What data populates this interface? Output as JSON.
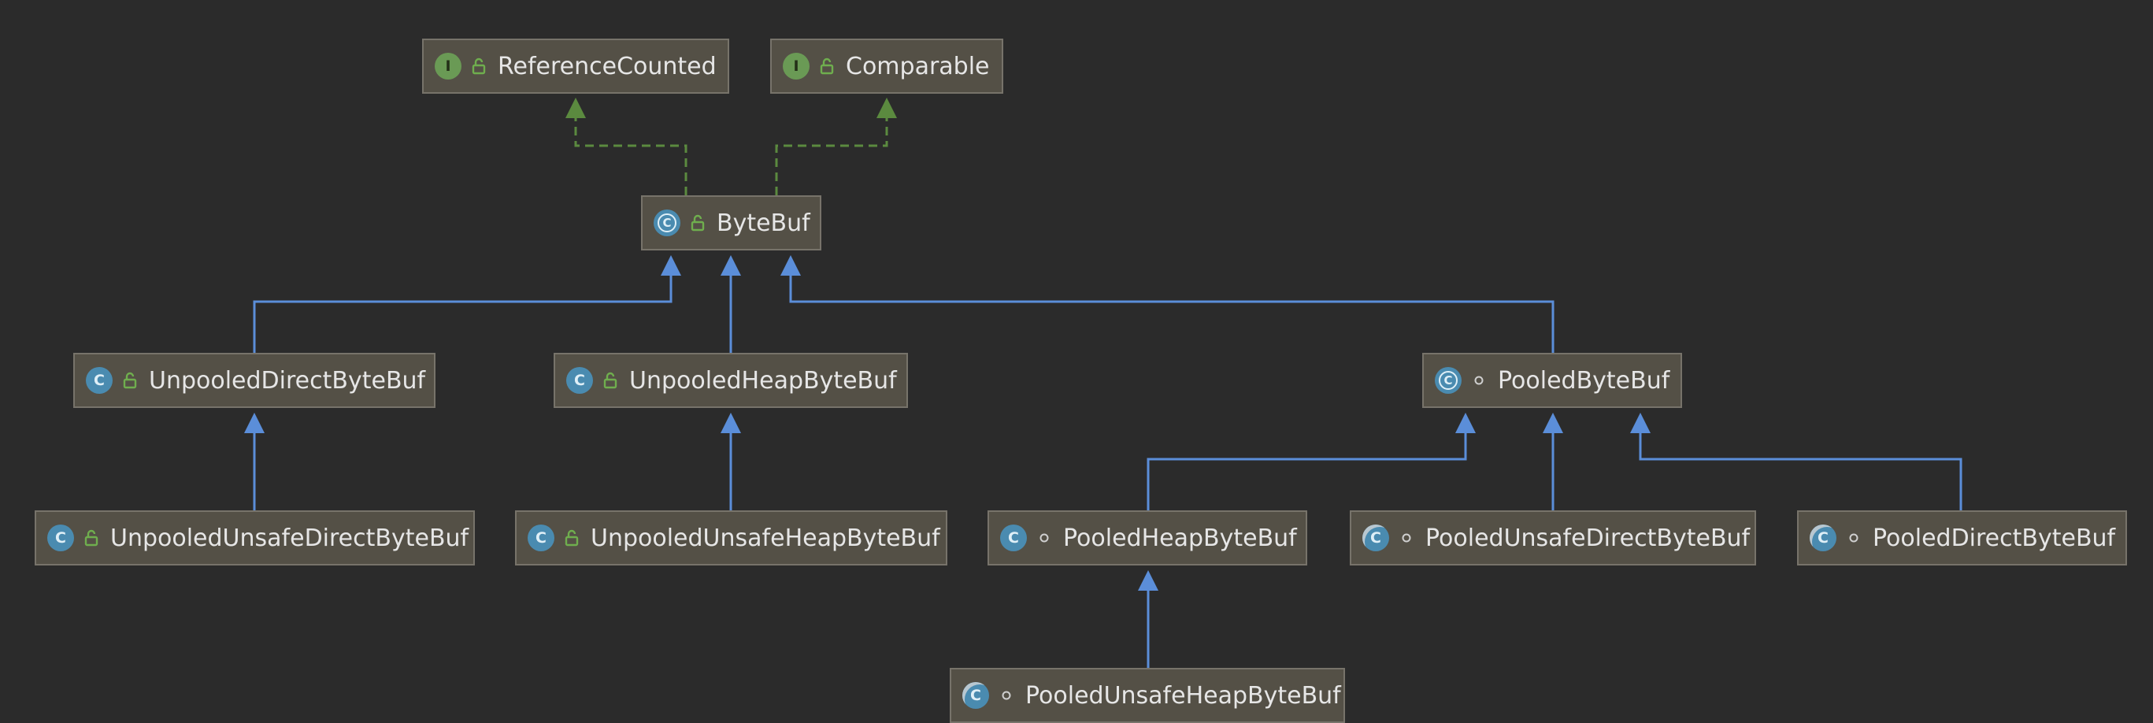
{
  "colors": {
    "background": "#2b2b2b",
    "node_fill": "#545046",
    "node_border": "#77736a",
    "text": "#e6e6e6",
    "extends_edge": "#5b8ed9",
    "implements_edge": "#5b8a3f"
  },
  "nodes": [
    {
      "id": "ReferenceCounted",
      "label": "ReferenceCounted",
      "kind": "interface",
      "kind_letter": "I",
      "visibility": "public"
    },
    {
      "id": "Comparable",
      "label": "Comparable",
      "kind": "interface",
      "kind_letter": "I",
      "visibility": "public"
    },
    {
      "id": "ByteBuf",
      "label": "ByteBuf",
      "kind": "abstract",
      "kind_letter": "C",
      "visibility": "public"
    },
    {
      "id": "UnpooledDirectByteBuf",
      "label": "UnpooledDirectByteBuf",
      "kind": "class",
      "kind_letter": "C",
      "visibility": "public"
    },
    {
      "id": "UnpooledHeapByteBuf",
      "label": "UnpooledHeapByteBuf",
      "kind": "class",
      "kind_letter": "C",
      "visibility": "public"
    },
    {
      "id": "PooledByteBuf",
      "label": "PooledByteBuf",
      "kind": "abstract",
      "kind_letter": "C",
      "visibility": "package"
    },
    {
      "id": "UnpooledUnsafeDirectByteBuf",
      "label": "UnpooledUnsafeDirectByteBuf",
      "kind": "class",
      "kind_letter": "C",
      "visibility": "public"
    },
    {
      "id": "UnpooledUnsafeHeapByteBuf",
      "label": "UnpooledUnsafeHeapByteBuf",
      "kind": "class",
      "kind_letter": "C",
      "visibility": "public"
    },
    {
      "id": "PooledHeapByteBuf",
      "label": "PooledHeapByteBuf",
      "kind": "class",
      "kind_letter": "C",
      "visibility": "package"
    },
    {
      "id": "PooledUnsafeDirectByteBuf",
      "label": "PooledUnsafeDirectByteBuf",
      "kind": "final",
      "kind_letter": "C",
      "visibility": "package"
    },
    {
      "id": "PooledDirectByteBuf",
      "label": "PooledDirectByteBuf",
      "kind": "final",
      "kind_letter": "C",
      "visibility": "package"
    },
    {
      "id": "PooledUnsafeHeapByteBuf",
      "label": "PooledUnsafeHeapByteBuf",
      "kind": "final",
      "kind_letter": "C",
      "visibility": "package"
    }
  ],
  "edges": [
    {
      "from": "ByteBuf",
      "to": "ReferenceCounted",
      "type": "implements"
    },
    {
      "from": "ByteBuf",
      "to": "Comparable",
      "type": "implements"
    },
    {
      "from": "UnpooledDirectByteBuf",
      "to": "ByteBuf",
      "type": "extends"
    },
    {
      "from": "UnpooledHeapByteBuf",
      "to": "ByteBuf",
      "type": "extends"
    },
    {
      "from": "PooledByteBuf",
      "to": "ByteBuf",
      "type": "extends"
    },
    {
      "from": "UnpooledUnsafeDirectByteBuf",
      "to": "UnpooledDirectByteBuf",
      "type": "extends"
    },
    {
      "from": "UnpooledUnsafeHeapByteBuf",
      "to": "UnpooledHeapByteBuf",
      "type": "extends"
    },
    {
      "from": "PooledHeapByteBuf",
      "to": "PooledByteBuf",
      "type": "extends"
    },
    {
      "from": "PooledUnsafeDirectByteBuf",
      "to": "PooledByteBuf",
      "type": "extends"
    },
    {
      "from": "PooledDirectByteBuf",
      "to": "PooledByteBuf",
      "type": "extends"
    },
    {
      "from": "PooledUnsafeHeapByteBuf",
      "to": "PooledHeapByteBuf",
      "type": "extends"
    }
  ]
}
